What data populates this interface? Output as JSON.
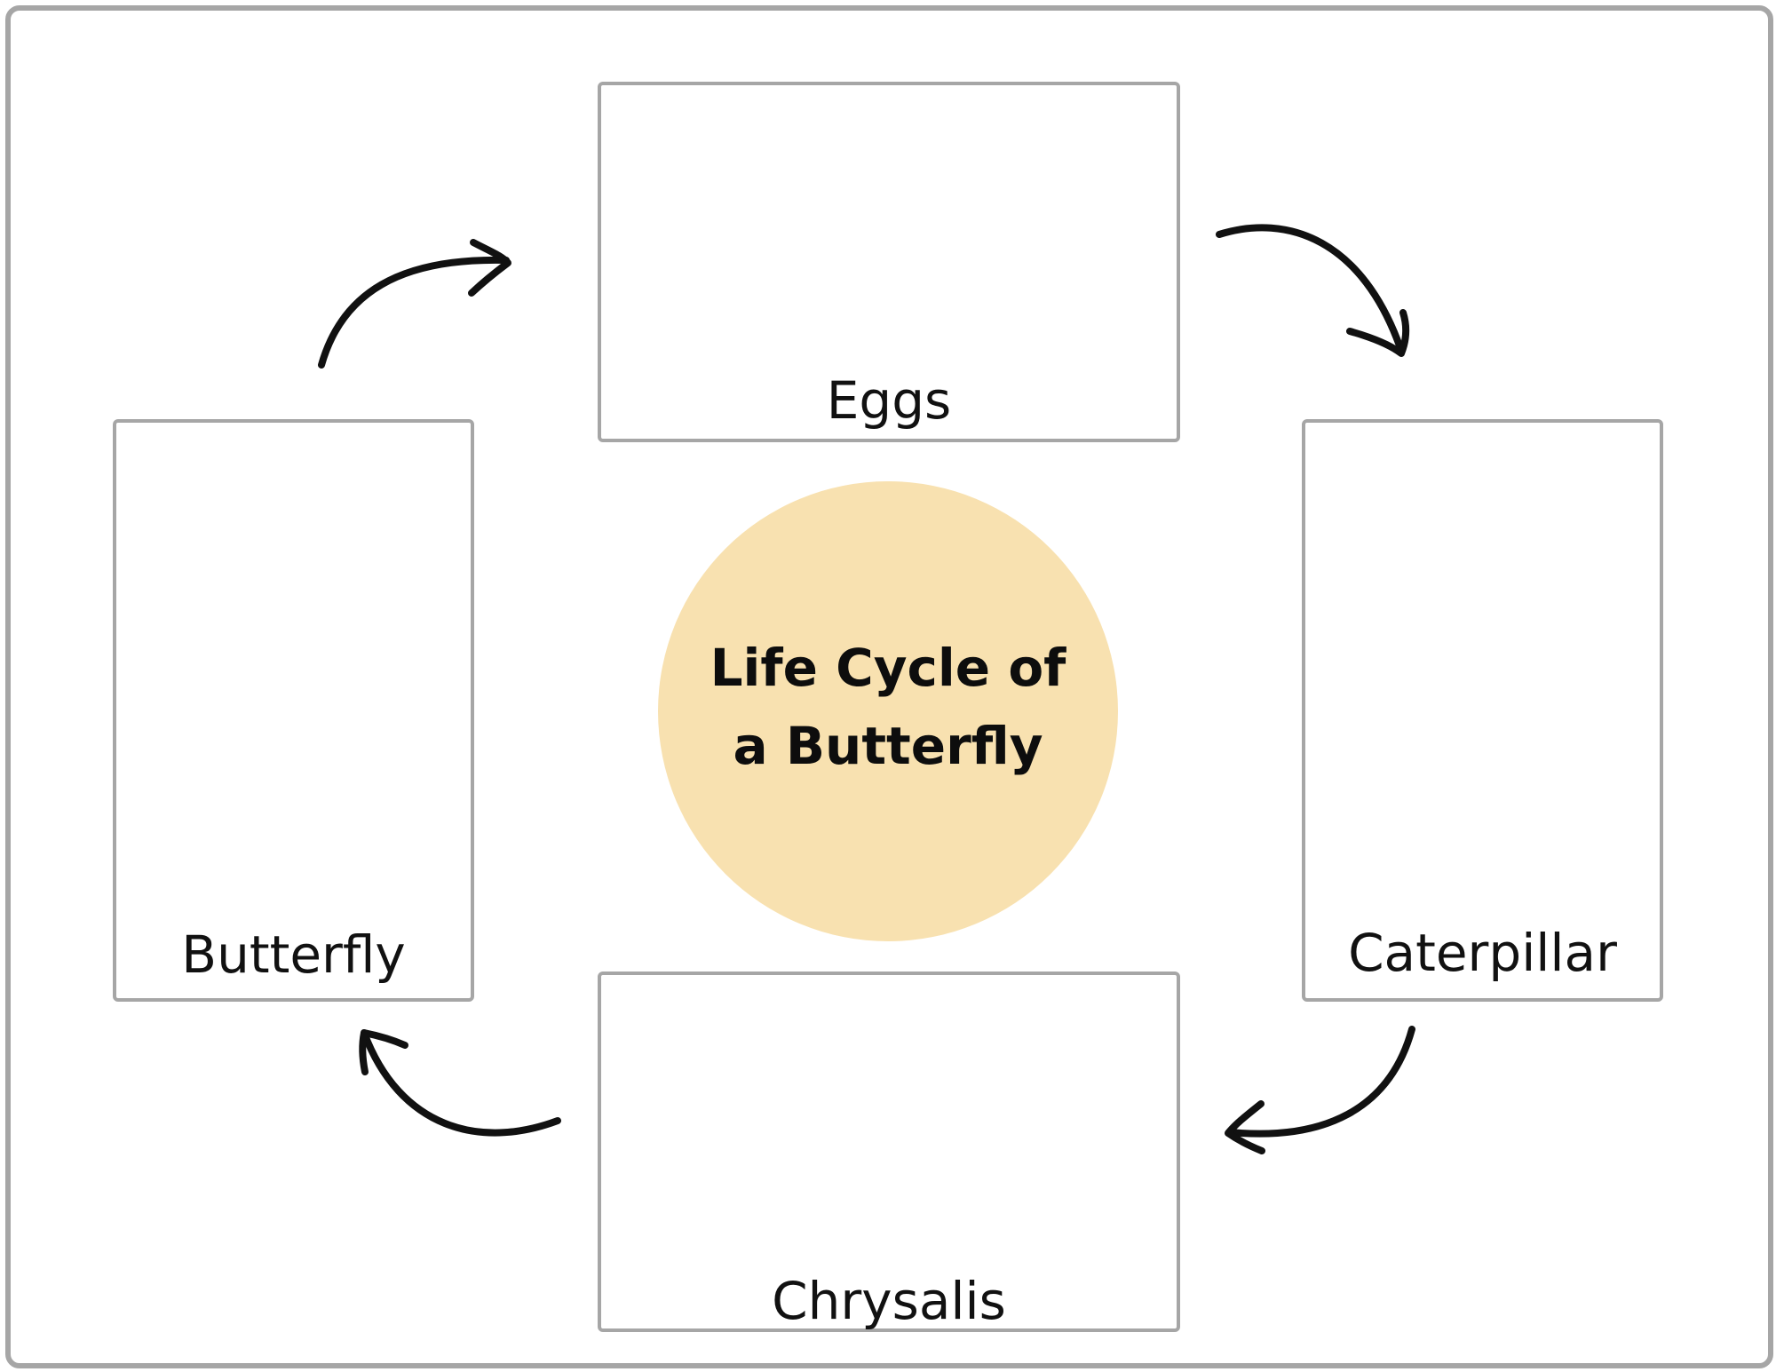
{
  "diagram": {
    "title": "Life Cycle of a Butterfly",
    "stages": [
      {
        "id": "eggs",
        "label": "Eggs"
      },
      {
        "id": "caterpillar",
        "label": "Caterpillar"
      },
      {
        "id": "chrysalis",
        "label": "Chrysalis"
      },
      {
        "id": "butterfly",
        "label": "Butterfly"
      }
    ],
    "center_color": "#f8e1b0",
    "border_color": "#a6a6a6",
    "arrow_color": "#111111",
    "arrow_direction": "clockwise"
  }
}
